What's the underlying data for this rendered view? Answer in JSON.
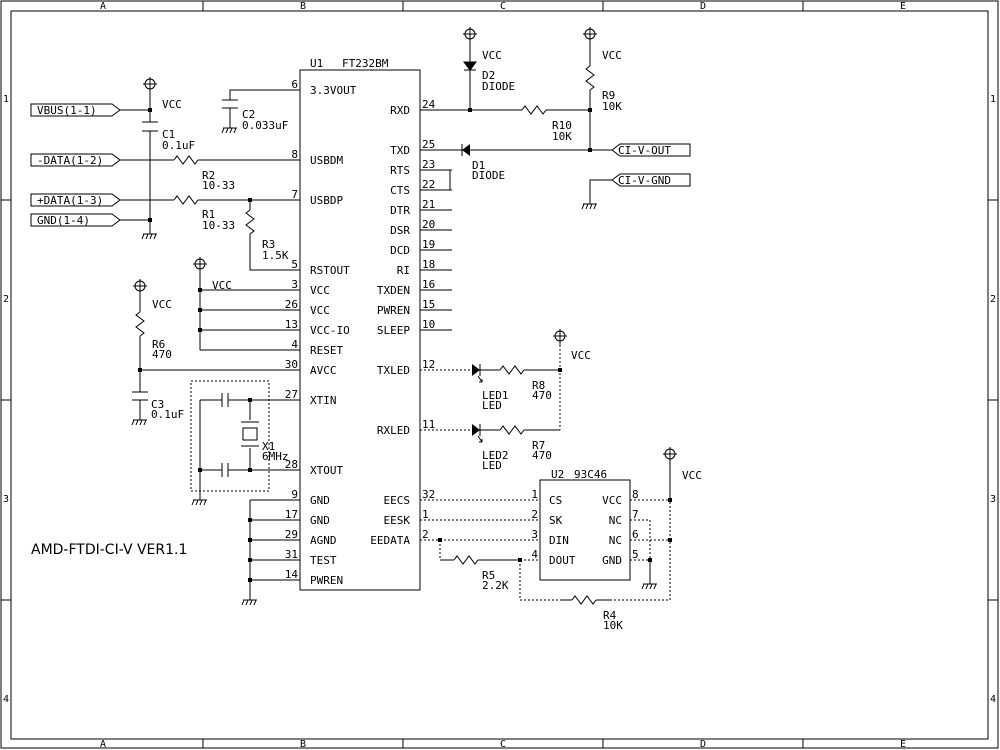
{
  "frame": {
    "col_labels": [
      "A",
      "B",
      "C",
      "D",
      "E"
    ],
    "row_labels": [
      "1",
      "2",
      "3",
      "4"
    ]
  },
  "title": "AMD-FTDI-CI-V VER1.1",
  "ports": {
    "vbus": "VBUS(1-1)",
    "data_minus": "-DATA(1-2)",
    "data_plus": "+DATA(1-3)",
    "gnd": "GND(1-4)",
    "civ_out": "CI-V-OUT",
    "civ_gnd": "CI-V-GND"
  },
  "power_label": "VCC",
  "u1": {
    "ref": "U1",
    "part": "FT232BM",
    "left_pins": [
      {
        "num": "6",
        "name": "3.3VOUT"
      },
      {
        "num": "8",
        "name": "USBDM"
      },
      {
        "num": "7",
        "name": "USBDP"
      },
      {
        "num": "5",
        "name": "RSTOUT"
      },
      {
        "num": "3",
        "name": "VCC"
      },
      {
        "num": "26",
        "name": "VCC"
      },
      {
        "num": "13",
        "name": "VCC-IO"
      },
      {
        "num": "4",
        "name": "RESET"
      },
      {
        "num": "30",
        "name": "AVCC"
      },
      {
        "num": "27",
        "name": "XTIN"
      },
      {
        "num": "28",
        "name": "XTOUT"
      },
      {
        "num": "9",
        "name": "GND"
      },
      {
        "num": "17",
        "name": "GND"
      },
      {
        "num": "29",
        "name": "AGND"
      },
      {
        "num": "31",
        "name": "TEST"
      },
      {
        "num": "14",
        "name": "PWREN"
      }
    ],
    "right_pins": [
      {
        "num": "24",
        "name": "RXD"
      },
      {
        "num": "25",
        "name": "TXD"
      },
      {
        "num": "23",
        "name": "RTS"
      },
      {
        "num": "22",
        "name": "CTS"
      },
      {
        "num": "21",
        "name": "DTR"
      },
      {
        "num": "20",
        "name": "DSR"
      },
      {
        "num": "19",
        "name": "DCD"
      },
      {
        "num": "18",
        "name": "RI"
      },
      {
        "num": "16",
        "name": "TXDEN"
      },
      {
        "num": "15",
        "name": "PWREN"
      },
      {
        "num": "10",
        "name": "SLEEP"
      },
      {
        "num": "12",
        "name": "TXLED"
      },
      {
        "num": "11",
        "name": "RXLED"
      },
      {
        "num": "32",
        "name": "EECS"
      },
      {
        "num": "1",
        "name": "EESK"
      },
      {
        "num": "2",
        "name": "EEDATA"
      }
    ]
  },
  "u2": {
    "ref": "U2",
    "part": "93C46",
    "left_pins": [
      {
        "num": "1",
        "name": "CS"
      },
      {
        "num": "2",
        "name": "SK"
      },
      {
        "num": "3",
        "name": "DIN"
      },
      {
        "num": "4",
        "name": "DOUT"
      }
    ],
    "right_pins": [
      {
        "num": "8",
        "name": "VCC"
      },
      {
        "num": "7",
        "name": "NC"
      },
      {
        "num": "6",
        "name": "NC"
      },
      {
        "num": "5",
        "name": "GND"
      }
    ]
  },
  "components": {
    "c1": {
      "ref": "C1",
      "value": "0.1uF"
    },
    "c2": {
      "ref": "C2",
      "value": "0.033uF"
    },
    "c3": {
      "ref": "C3",
      "value": "0.1uF"
    },
    "r1": {
      "ref": "R1",
      "value": "10-33"
    },
    "r2": {
      "ref": "R2",
      "value": "10-33"
    },
    "r3": {
      "ref": "R3",
      "value": "1.5K"
    },
    "r4": {
      "ref": "R4",
      "value": "10K"
    },
    "r5": {
      "ref": "R5",
      "value": "2.2K"
    },
    "r6": {
      "ref": "R6",
      "value": "470"
    },
    "r7": {
      "ref": "R7",
      "value": "470"
    },
    "r8": {
      "ref": "R8",
      "value": "470"
    },
    "r9": {
      "ref": "R9",
      "value": "10K"
    },
    "r10": {
      "ref": "R10",
      "value": "10K"
    },
    "d1": {
      "ref": "D1",
      "value": "DIODE"
    },
    "d2": {
      "ref": "D2",
      "value": "DIODE"
    },
    "led1": {
      "ref": "LED1",
      "value": "LED"
    },
    "led2": {
      "ref": "LED2",
      "value": "LED"
    },
    "x1": {
      "ref": "X1",
      "value": "6MHz"
    }
  }
}
